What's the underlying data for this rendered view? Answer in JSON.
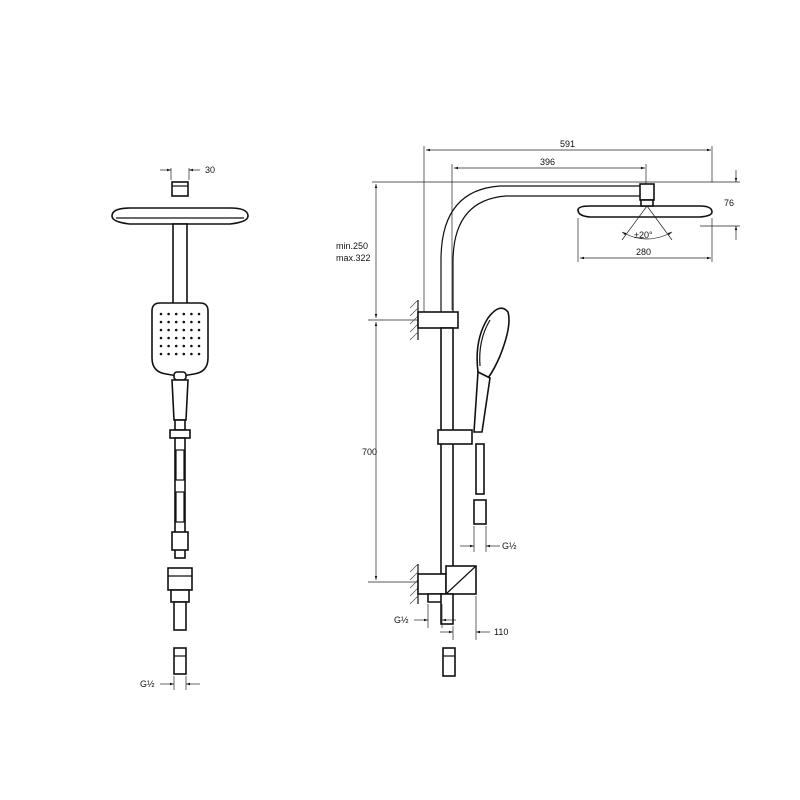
{
  "front_view": {
    "dim_arm_width": "30",
    "thread_label": "G½"
  },
  "side_view": {
    "dim_total_reach": "591",
    "dim_arm_reach": "396",
    "dim_head_height": "76",
    "dim_tilt": "±20°",
    "dim_head_diameter": "280",
    "dim_bracket_min": "min.250",
    "dim_bracket_max": "max.322",
    "dim_rail_height": "700",
    "thread_label_top": "G½",
    "thread_label_bottom": "G½",
    "dim_outlet": "110"
  }
}
